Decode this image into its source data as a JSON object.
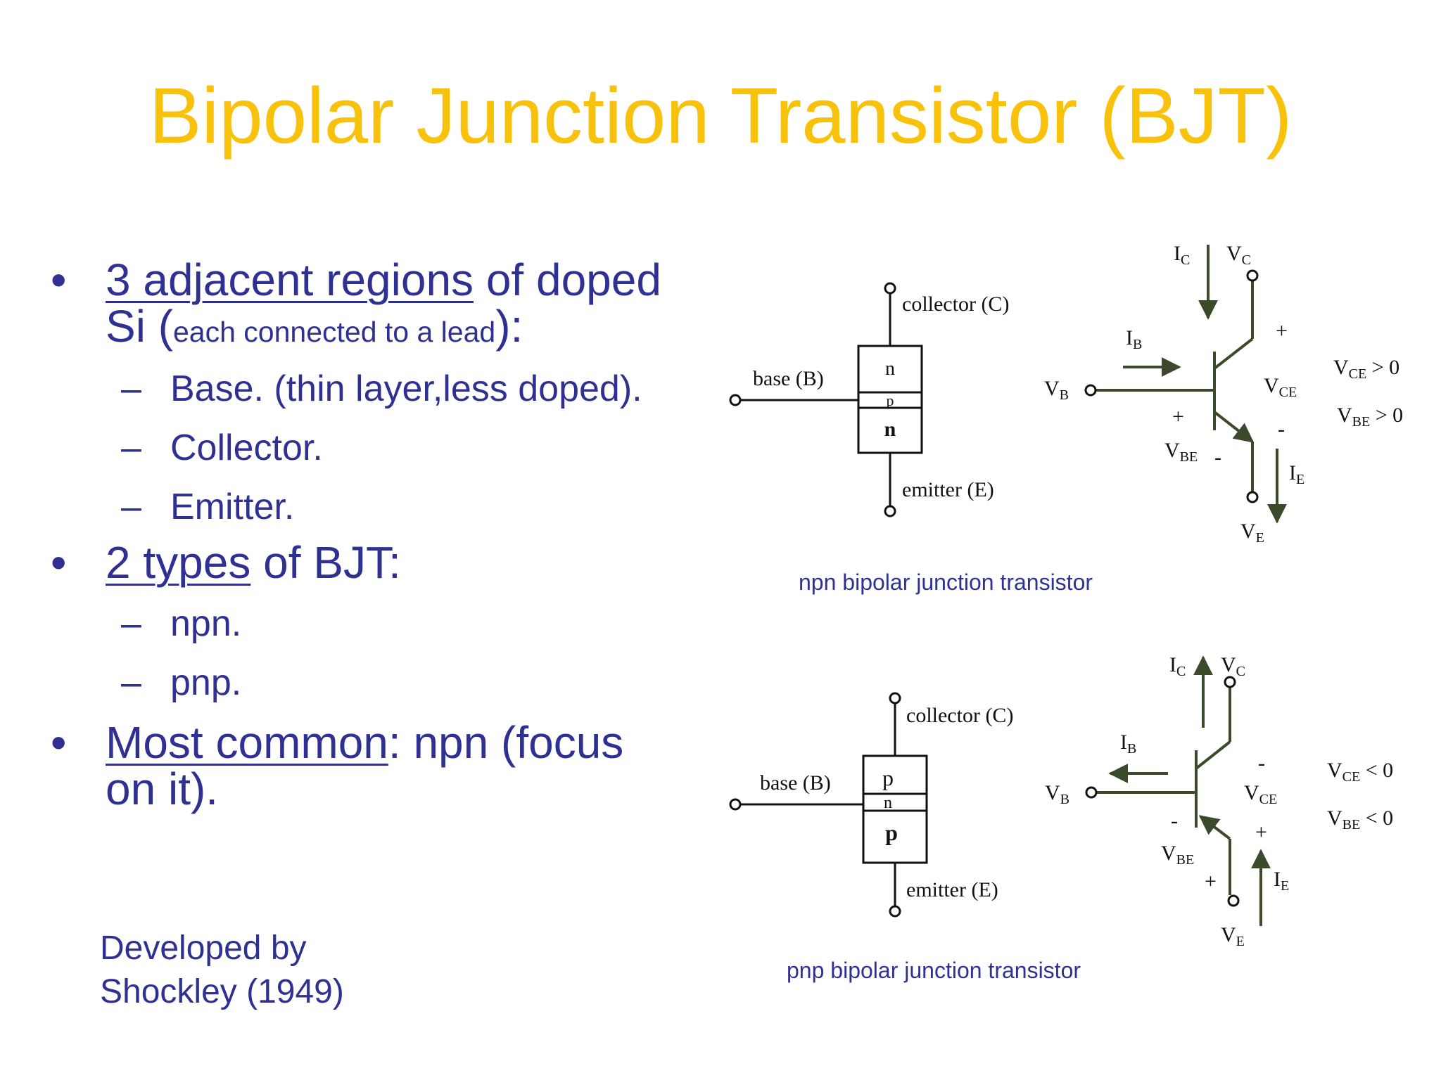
{
  "title": "Bipolar Junction Transistor (BJT)",
  "bullets": [
    {
      "underlined": "3 adjacent regions",
      "rest": " of doped",
      "line2_prefix": "Si (",
      "line2_small": "each connected to a lead",
      "line2_suffix": "):",
      "sub": [
        "Base. (thin layer,less doped).",
        "Collector.",
        "Emitter."
      ]
    },
    {
      "underlined": "2 types",
      "rest": " of BJT:",
      "sub": [
        "npn.",
        "pnp."
      ]
    },
    {
      "underlined": "Most common",
      "rest": ": npn (focus",
      "line2": "on it)."
    }
  ],
  "credit": {
    "line1": "Developed by",
    "line2": "Shockley (1949)"
  },
  "diagrams": [
    {
      "caption": "npn bipolar junction transistor",
      "labels": {
        "collector": "collector (C)",
        "base": "base (B)",
        "emitter": "emitter (E)"
      },
      "layers": [
        "n",
        "p",
        "n"
      ],
      "symbol": {
        "IC": "I",
        "IC_sub": "C",
        "VC": "V",
        "VC_sub": "C",
        "IB": "I",
        "IB_sub": "B",
        "VB": "V",
        "VB_sub": "B",
        "VCE": "V",
        "VCE_sub": "CE",
        "VBE": "V",
        "VBE_sub": "BE",
        "IE": "I",
        "IE_sub": "E",
        "VE": "V",
        "VE_sub": "E",
        "plus": "+",
        "minus": "-"
      },
      "conditions": {
        "vce": "V",
        "vce_sub": "CE",
        "vce_rel": " > 0",
        "vbe": "V",
        "vbe_sub": "BE",
        "vbe_rel": " > 0"
      }
    },
    {
      "caption": "pnp bipolar junction transistor",
      "labels": {
        "collector": "collector (C)",
        "base": "base (B)",
        "emitter": "emitter (E)"
      },
      "layers": [
        "p",
        "n",
        "p"
      ],
      "symbol": {
        "IC": "I",
        "IC_sub": "C",
        "VC": "V",
        "VC_sub": "C",
        "IB": "I",
        "IB_sub": "B",
        "VB": "V",
        "VB_sub": "B",
        "VCE": "V",
        "VCE_sub": "CE",
        "VBE": "V",
        "VBE_sub": "BE",
        "IE": "I",
        "IE_sub": "E",
        "VE": "V",
        "VE_sub": "E",
        "plus": "+",
        "minus": "-"
      },
      "conditions": {
        "vce": "V",
        "vce_sub": "CE",
        "vce_rel": " < 0",
        "vbe": "V",
        "vbe_sub": "BE",
        "vbe_rel": " < 0"
      }
    }
  ]
}
